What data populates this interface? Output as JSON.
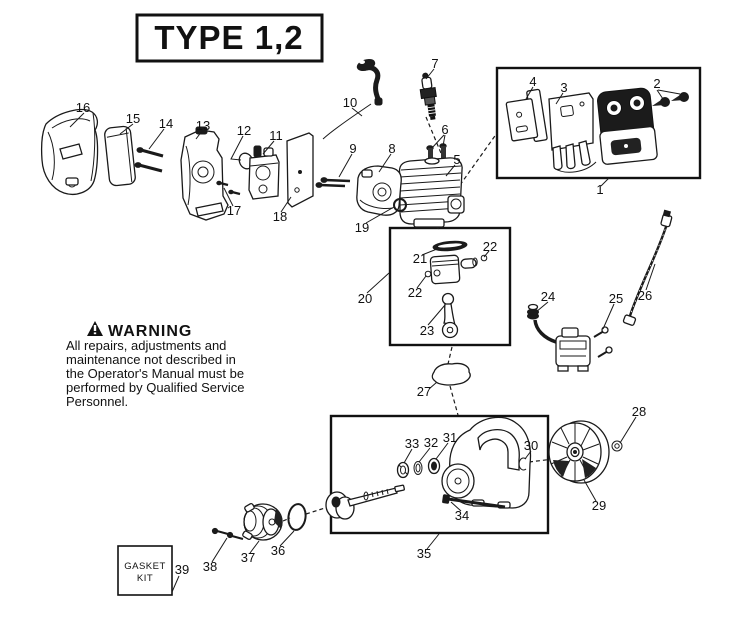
{
  "page": {
    "background": "#ffffff",
    "ink": "#1a1a1a"
  },
  "title_box": {
    "label": "TYPE 1,2"
  },
  "warning": {
    "heading": "WARNING",
    "lines": [
      "All repairs, adjustments and",
      "maintenance not described in",
      "the Operator's Manual must be",
      "performed by Qualified Service",
      "Personnel."
    ]
  },
  "gasket_kit_box": {
    "line1": "GASKET",
    "line2": "KIT"
  },
  "callouts": {
    "c1": "1",
    "c2": "2",
    "c3": "3",
    "c4": "4",
    "c5": "5",
    "c6": "6",
    "c7": "7",
    "c8": "8",
    "c9": "9",
    "c10": "10",
    "c11": "11",
    "c12": "12",
    "c13": "13",
    "c14": "14",
    "c15": "15",
    "c16": "16",
    "c17": "17",
    "c18": "18",
    "c19": "19",
    "c20": "20",
    "c21": "21",
    "c22a": "22",
    "c22b": "22",
    "c23": "23",
    "c24": "24",
    "c25": "25",
    "c26": "26",
    "c27": "27",
    "c28": "28",
    "c29": "29",
    "c30": "30",
    "c31": "31",
    "c32": "32",
    "c33": "33",
    "c34": "34",
    "c35": "35",
    "c36": "36",
    "c37": "37",
    "c38": "38",
    "c39": "39"
  }
}
